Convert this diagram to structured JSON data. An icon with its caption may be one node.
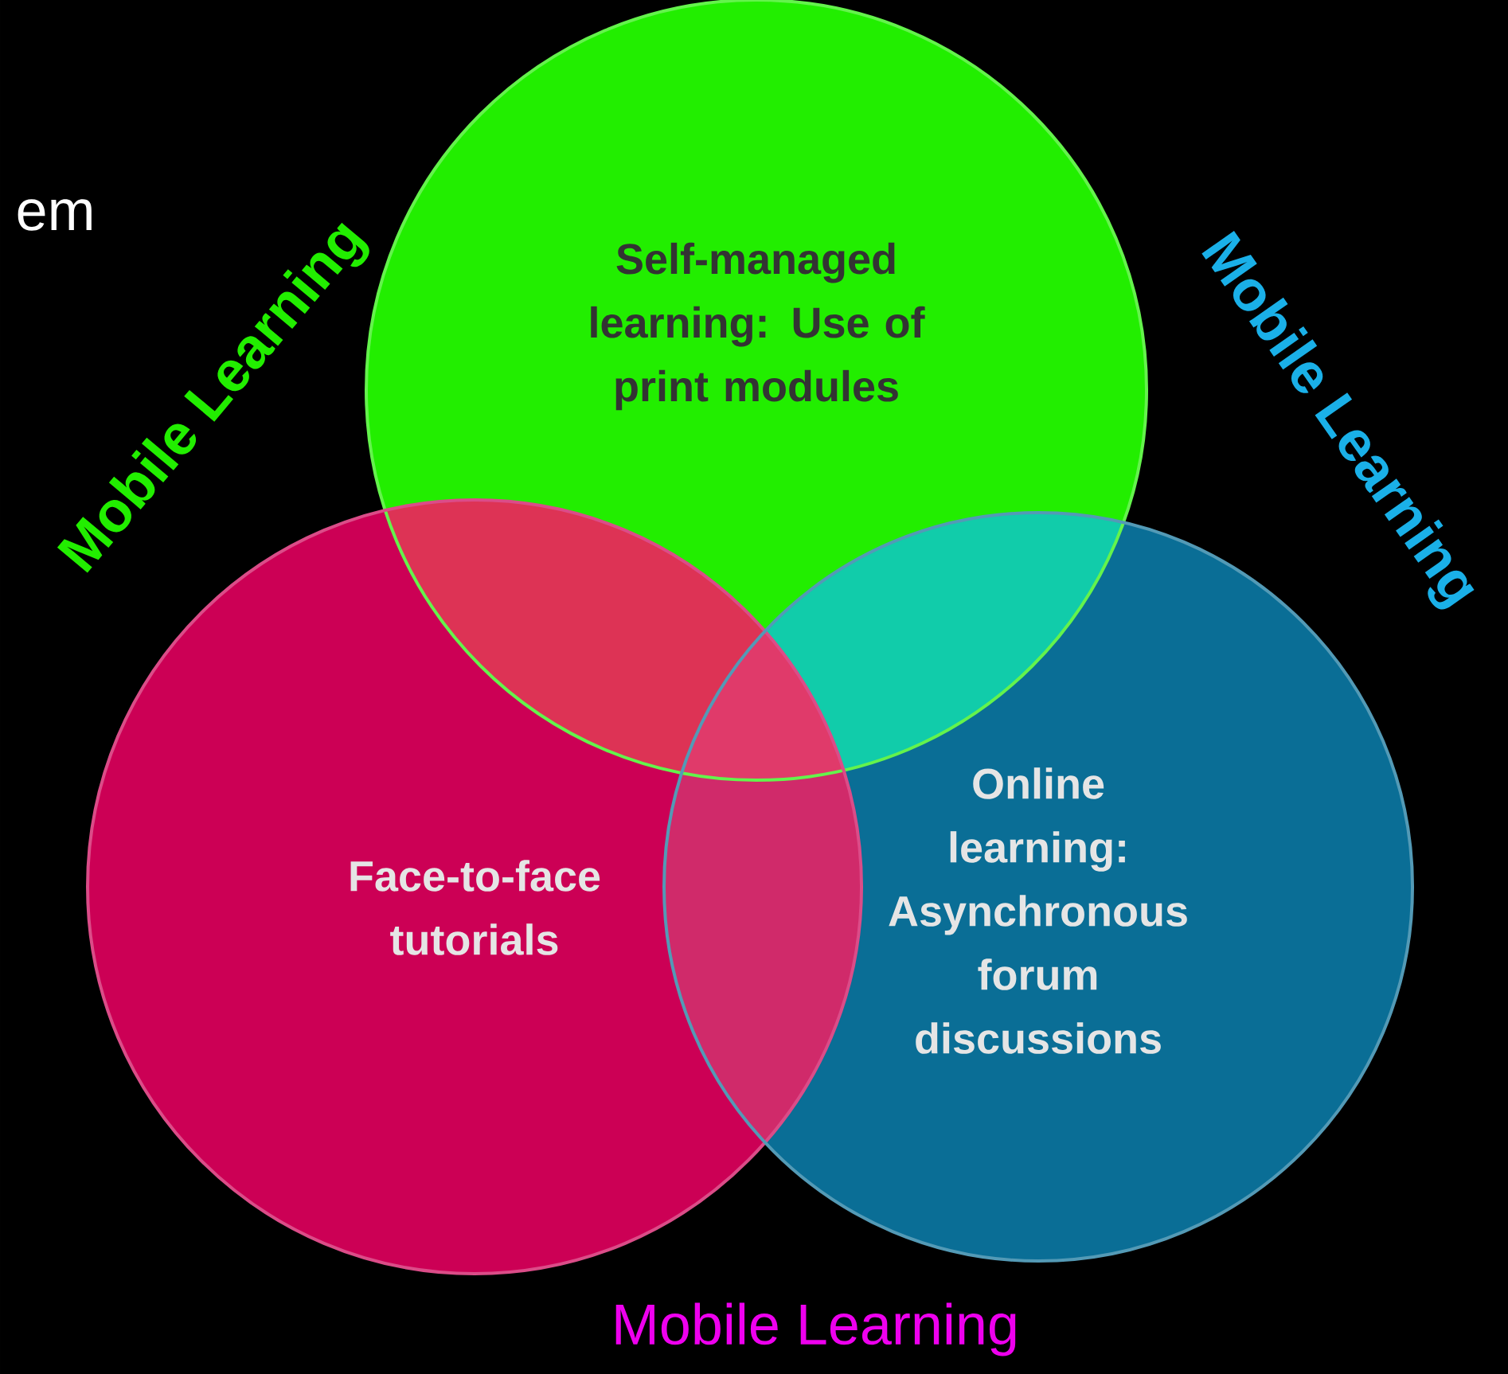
{
  "diagram": {
    "nodes": [
      {
        "text": [
          "Self-managed learning: Use of print modules"
        ]
      },
      {
        "text": [
          "Face-to-face tutorials"
        ]
      },
      {
        "text": [
          "Online learning: Asynchronous forum discussions"
        ]
      }
    ],
    "labels": [
      "em",
      "Mobile Learning",
      "Mobile Learning",
      "Mobile Learning"
    ]
  }
}
